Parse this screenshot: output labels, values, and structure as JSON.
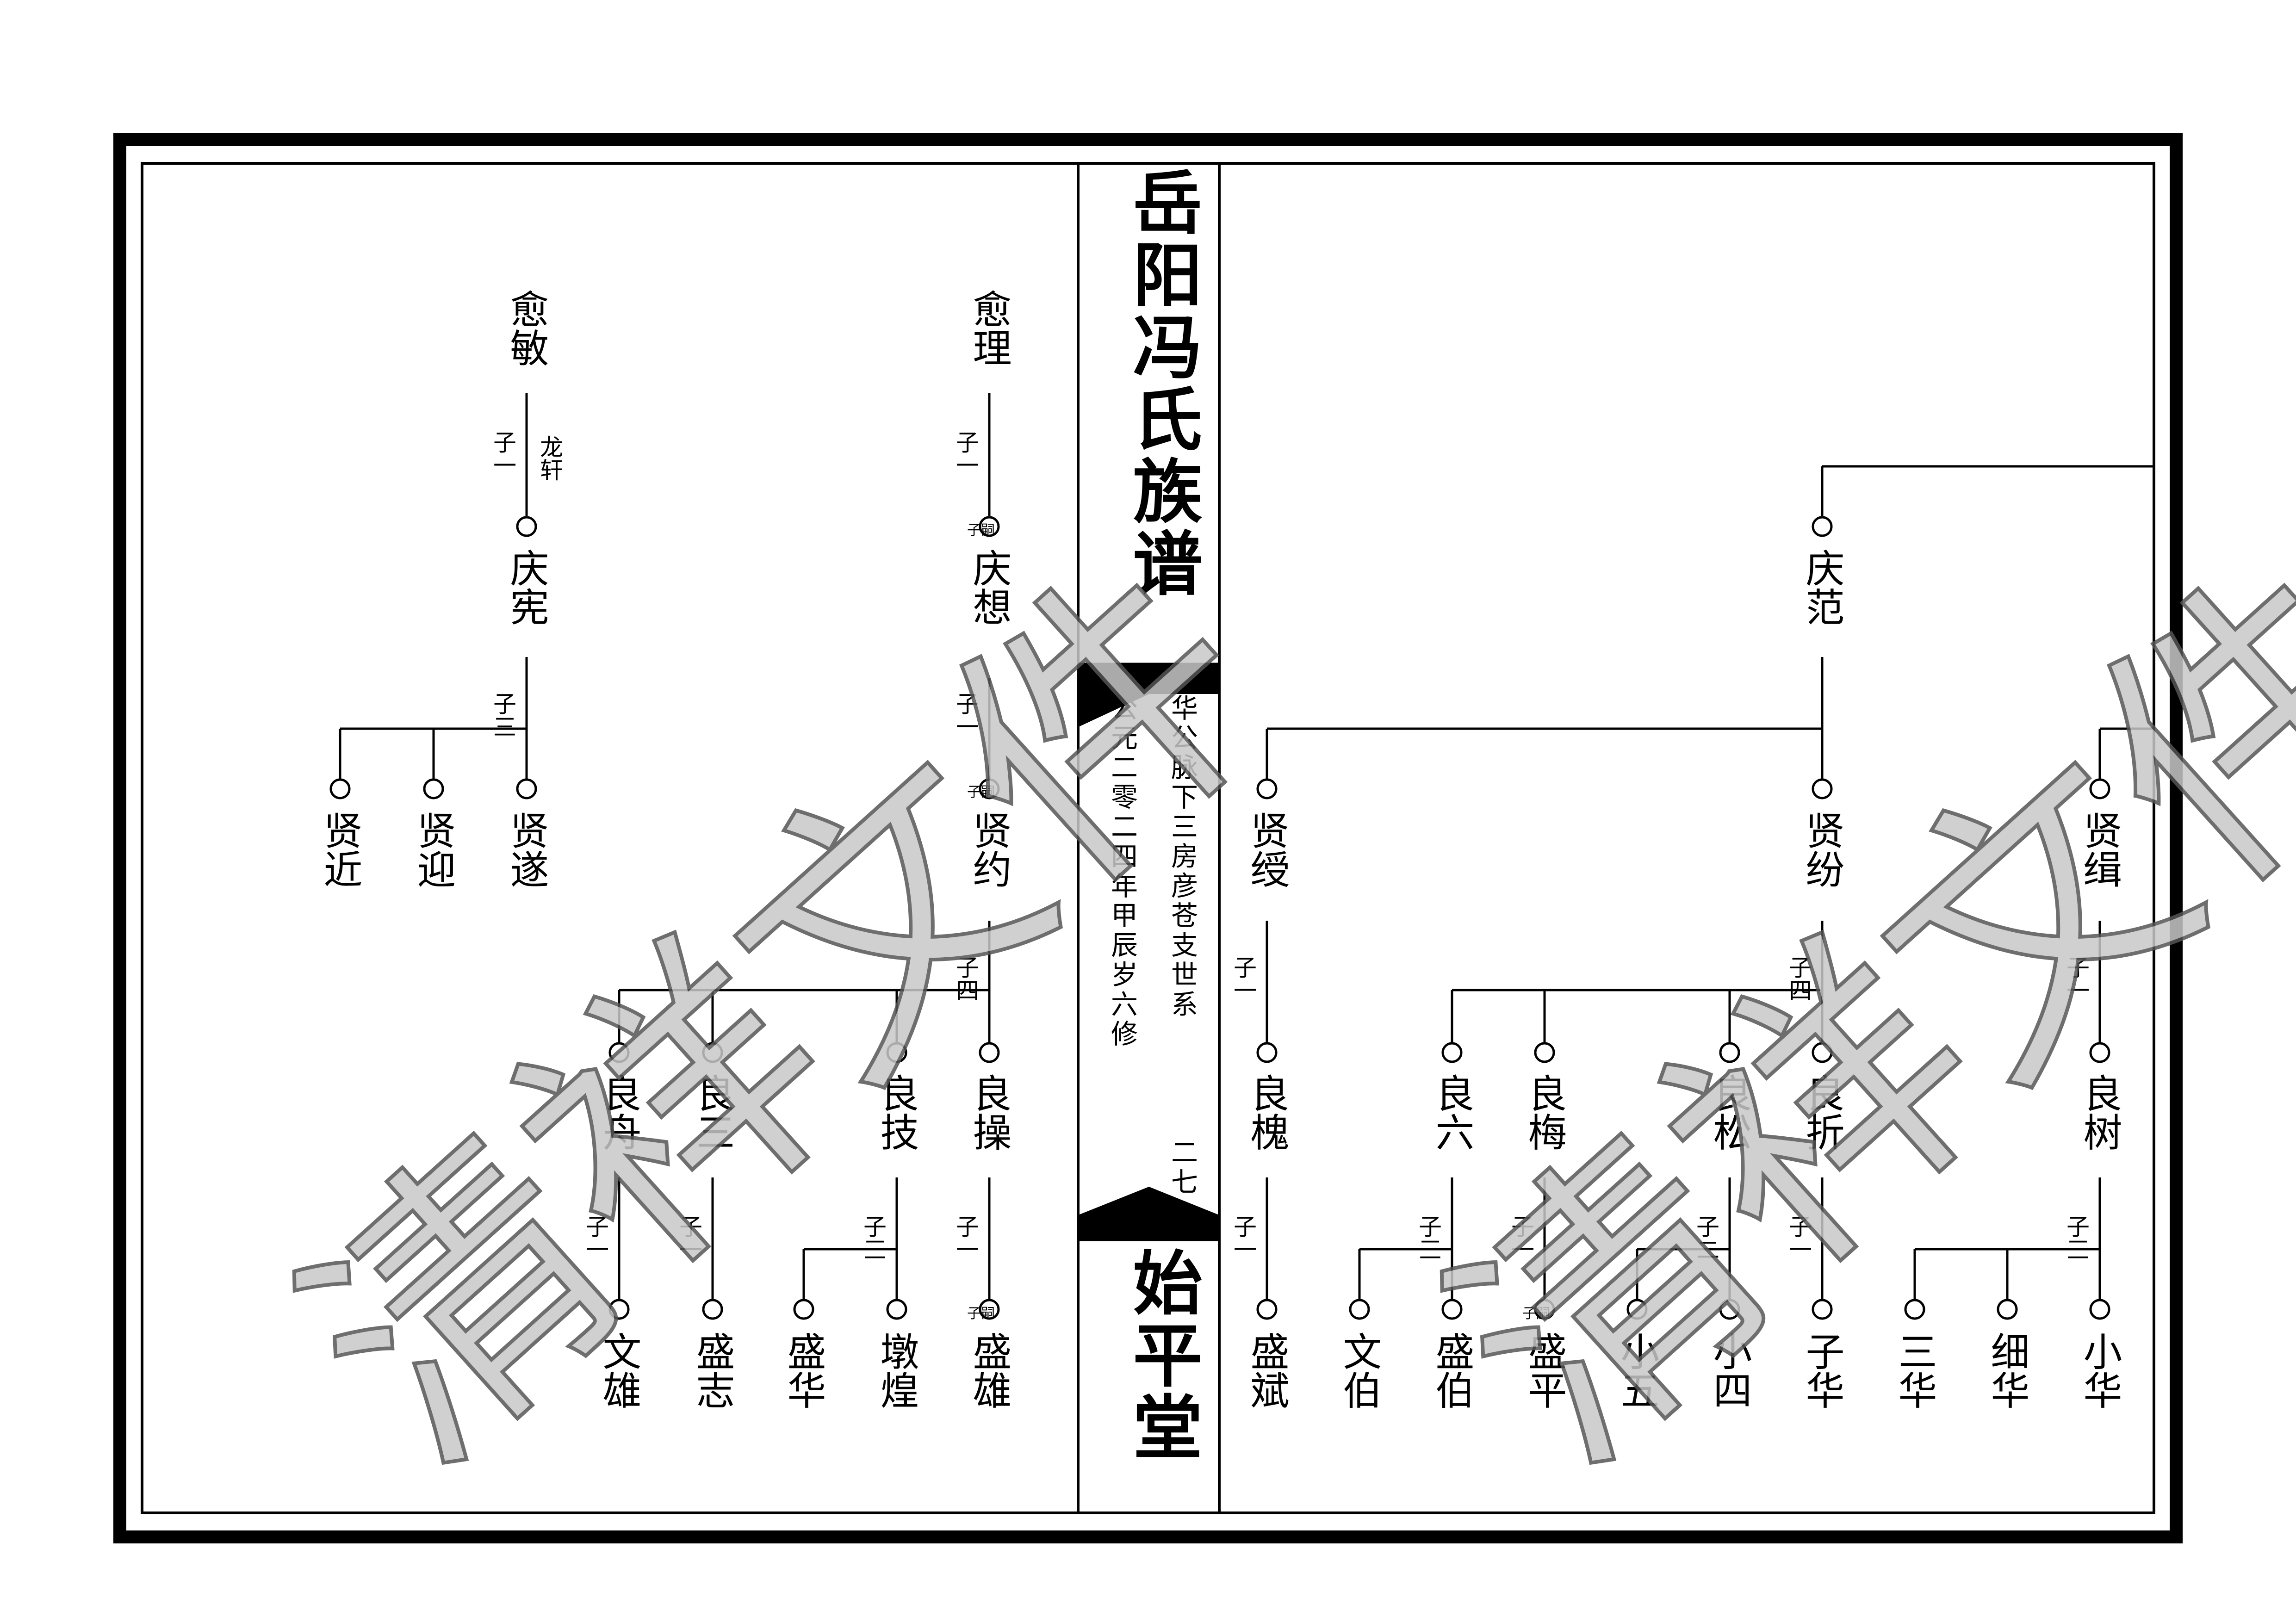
{
  "spine": {
    "title": "岳阳冯氏族谱",
    "lineage": "华公脉下三房彦苍支世系",
    "edition": "公元二零二四年甲辰岁六修",
    "page_number": "二七",
    "hall": "始平堂"
  },
  "watermark": "清祥文件",
  "left": {
    "gen1": [
      {
        "name": "愈敏"
      },
      {
        "name": "愈理"
      }
    ],
    "gen2": [
      {
        "name": "庆宪"
      },
      {
        "name": "庆想"
      }
    ],
    "gen3": [
      {
        "name": "贤近"
      },
      {
        "name": "贤迎"
      },
      {
        "name": "贤遂"
      },
      {
        "name": "贤约"
      }
    ],
    "gen4": [
      {
        "name": "良舟"
      },
      {
        "name": "良三"
      },
      {
        "name": "良技"
      },
      {
        "name": "良操"
      }
    ],
    "gen5": [
      {
        "name": "文雄"
      },
      {
        "name": "盛志"
      },
      {
        "name": "盛华"
      },
      {
        "name": "墩煌"
      },
      {
        "name": "盛雄"
      }
    ],
    "labels": [
      "子一",
      "子三",
      "子一",
      "子一",
      "子四",
      "子一",
      "子一",
      "子三",
      "子一"
    ],
    "notes": [
      "龙轩",
      "子嗣",
      "子嗣",
      "子嗣"
    ]
  },
  "right": {
    "gen2": [
      {
        "name": "庆范"
      }
    ],
    "gen3": [
      {
        "name": "贤绶"
      },
      {
        "name": "贤纷"
      },
      {
        "name": "贤缉"
      }
    ],
    "gen4": [
      {
        "name": "良槐"
      },
      {
        "name": "良六"
      },
      {
        "name": "良梅"
      },
      {
        "name": "良松"
      },
      {
        "name": "良折"
      },
      {
        "name": "良树"
      }
    ],
    "gen5": [
      {
        "name": "盛斌"
      },
      {
        "name": "文伯"
      },
      {
        "name": "盛伯"
      },
      {
        "name": "盛平"
      },
      {
        "name": "小五"
      },
      {
        "name": "小四"
      },
      {
        "name": "子华"
      },
      {
        "name": "三华"
      },
      {
        "name": "细华"
      },
      {
        "name": "小华"
      }
    ],
    "labels": [
      "子一",
      "子四",
      "子一",
      "子一",
      "子三",
      "子一",
      "子二",
      "子一",
      "子三"
    ],
    "notes": [
      "子嗣"
    ]
  }
}
